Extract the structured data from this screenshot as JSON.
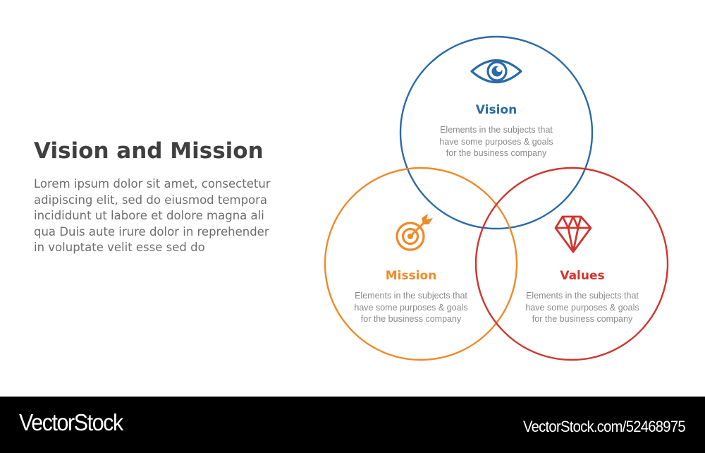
{
  "main": {
    "title": "Vision and Mission",
    "description": "Lorem ipsum dolor sit amet, consectetur\nadipiscing elit, sed do eiusmod tempora\nincididunt ut labore et dolore magna ali\nqua Duis aute irure dolor in reprehender\n in voluptate velit esse sed do"
  },
  "venn": {
    "circles": [
      {
        "id": "vision",
        "label": "Vision",
        "icon": "eye-icon",
        "color": "#2a6aa6",
        "text": "Elements in the subjects that\nhave  some purposes & goals\nfor the  business company"
      },
      {
        "id": "mission",
        "label": "Mission",
        "icon": "target-icon",
        "color": "#ef8a2a",
        "text": "Elements in the subjects that\nhave  some purposes & goals\nfor the  business company"
      },
      {
        "id": "values",
        "label": "Values",
        "icon": "diamond-icon",
        "color": "#d0352e",
        "text": "Elements in the subjects that\nhave  some purposes & goals\nfor the  business company"
      }
    ]
  },
  "footer": {
    "brand": "VectorStock",
    "reference": "VectorStock.com/52468975"
  }
}
